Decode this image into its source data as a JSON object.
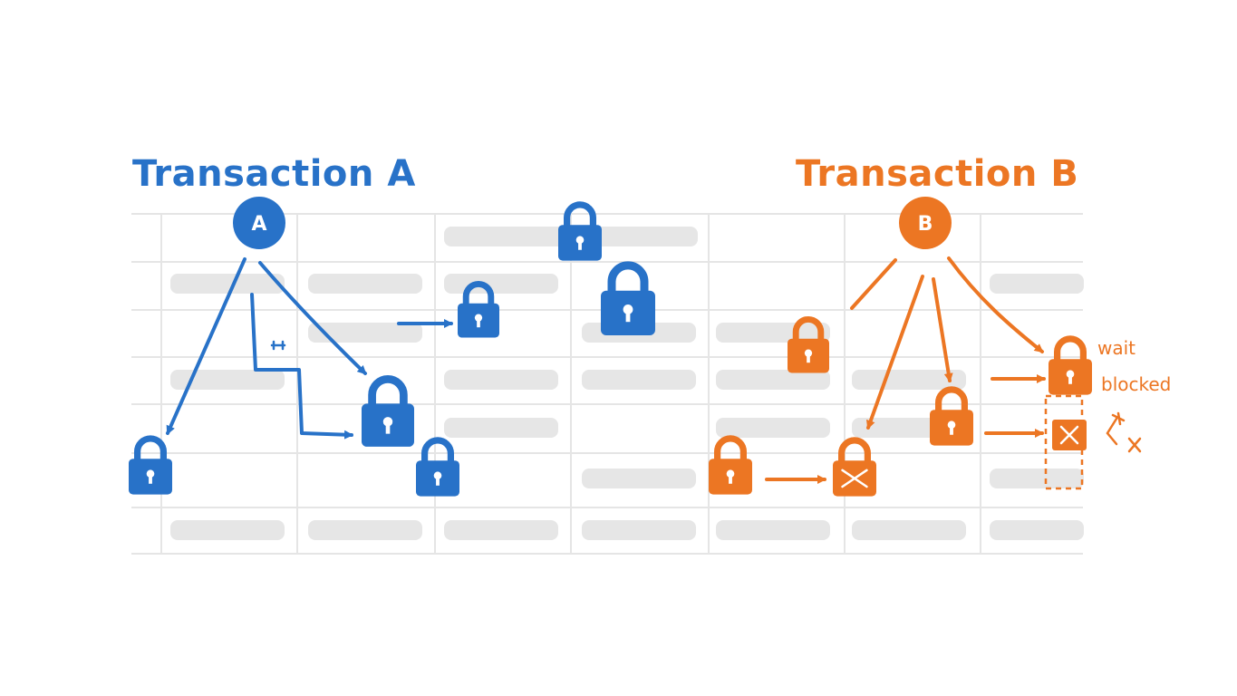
{
  "colors": {
    "transaction_a": "#2872c8",
    "transaction_b": "#ec7623",
    "grid_line": "#e5e5e5",
    "cell_bar": "#e6e6e6"
  },
  "transaction_a": {
    "title": "Transaction A",
    "node_label": "A"
  },
  "transaction_b": {
    "title": "Transaction B",
    "node_label": "B"
  },
  "status": {
    "wait": "wait",
    "blocked": "blocked"
  },
  "icons": {
    "lock": "lock-icon",
    "blocked_lock": "blocked-lock-icon",
    "deadlock_marker": "deadlock-marker-icon"
  }
}
